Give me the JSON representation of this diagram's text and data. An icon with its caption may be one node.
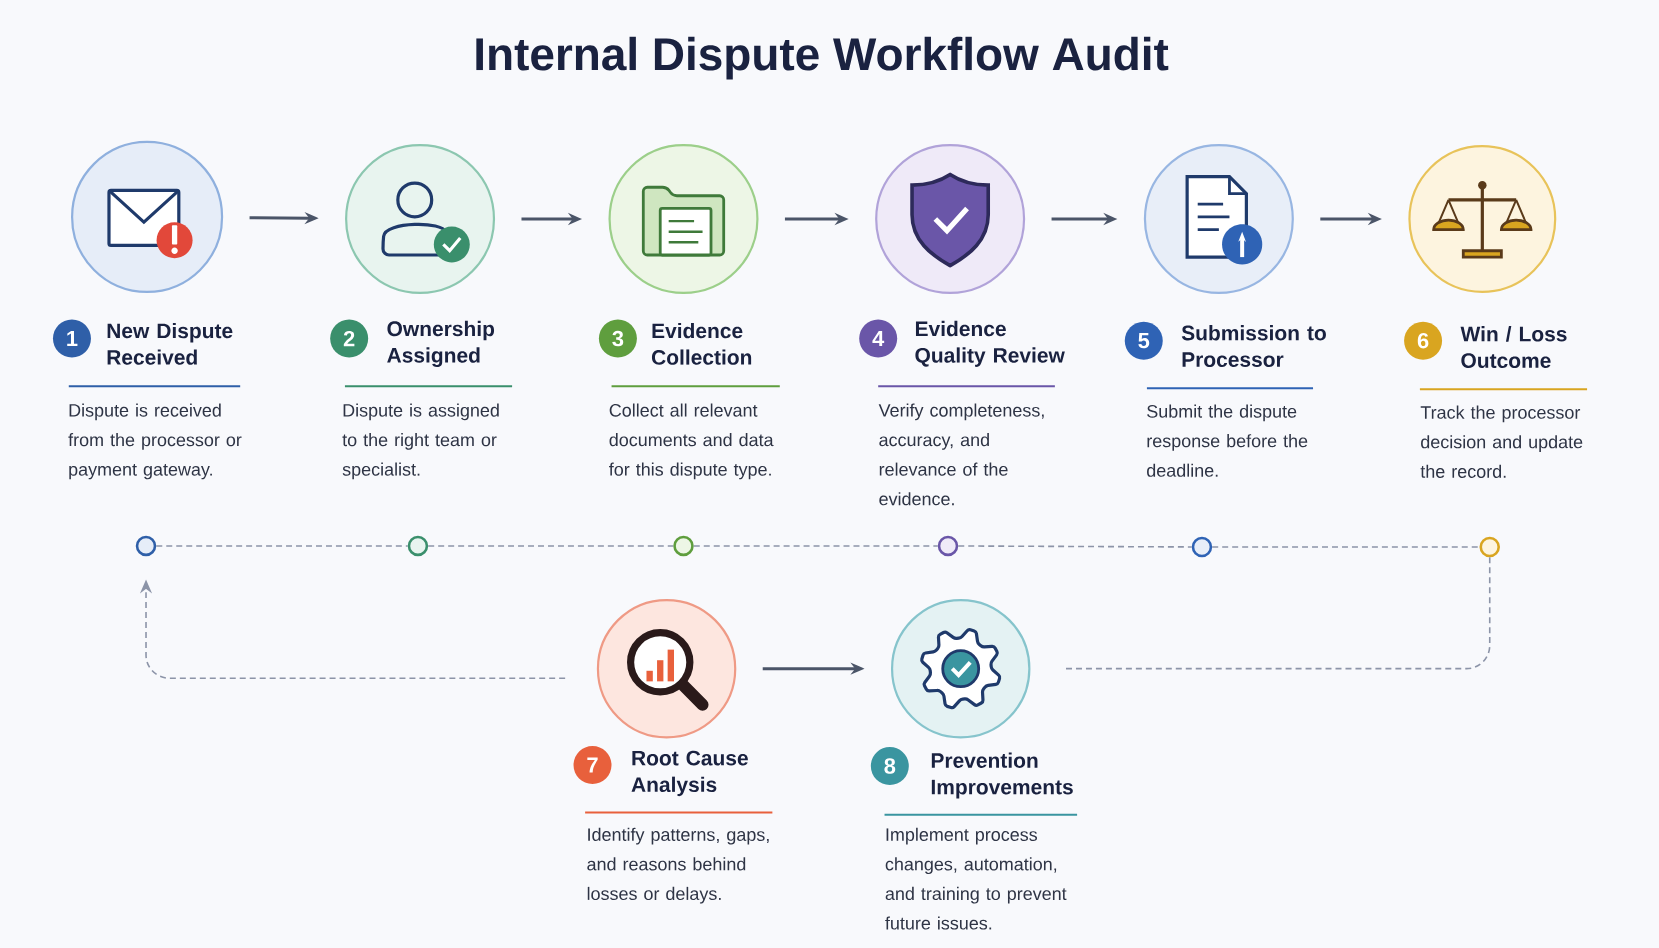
{
  "diagram": {
    "title": "Internal Dispute Workflow Audit",
    "nodes": [
      {
        "text": [
          "1",
          "New Dispute Received",
          "Dispute is received from the processor or payment gateway."
        ]
      },
      {
        "text": [
          "2",
          "Ownership Assigned",
          "Dispute is assigned to the right team or specialist."
        ]
      },
      {
        "text": [
          "3",
          "Evidence Collection",
          "Collect all relevant documents and data for this dispute type."
        ]
      },
      {
        "text": [
          "4",
          "Evidence Quality Review",
          "Verify completeness, accuracy, and relevance of the evidence."
        ]
      },
      {
        "text": [
          "5",
          "Submission to Processor",
          "Submit the dispute response before the deadline."
        ]
      },
      {
        "text": [
          "6",
          "Win / Loss Outcome",
          "Track the processor decision and update the record."
        ]
      },
      {
        "text": [
          "7",
          "Root Cause Analysis",
          "Identify patterns, gaps, and reasons behind losses or delays."
        ]
      },
      {
        "text": [
          "8",
          "Prevention Improvements",
          "Implement process changes, automation, and training to prevent future issues."
        ]
      },
      {
        "text": [],
        "shape": "circle"
      },
      {
        "text": [],
        "shape": "circle"
      },
      {
        "text": [],
        "shape": "circle"
      },
      {
        "text": [],
        "shape": "circle"
      },
      {
        "text": [],
        "shape": "circle"
      },
      {
        "text": [],
        "shape": "circle"
      }
    ],
    "edges": [
      {
        "from": 0,
        "to": 1,
        "arrow": "to",
        "color": "#4b5568"
      },
      {
        "from": 1,
        "to": 2,
        "arrow": "to",
        "color": "#4b5568"
      },
      {
        "from": 2,
        "to": 3,
        "arrow": "to",
        "color": "#4b5568"
      },
      {
        "from": 3,
        "to": 4,
        "arrow": "to",
        "color": "#4b5568"
      },
      {
        "from": 4,
        "to": 5,
        "arrow": "to",
        "color": "#4b5568"
      },
      {
        "from": 6,
        "to": 7,
        "arrow": "to",
        "color": "#4b5568"
      },
      {
        "from": 8,
        "to": 9,
        "arrow": "none",
        "style": "dashed"
      },
      {
        "from": 9,
        "to": 10,
        "arrow": "none",
        "style": "dashed"
      },
      {
        "from": 10,
        "to": 11,
        "arrow": "none",
        "style": "dashed"
      },
      {
        "from": 11,
        "to": 12,
        "arrow": "none",
        "style": "dashed"
      },
      {
        "from": 12,
        "to": 13,
        "arrow": "none",
        "style": "dashed"
      },
      {
        "from": 13,
        "to": 7,
        "arrow": "none",
        "style": "dashed"
      },
      {
        "from": 6,
        "to": 8,
        "arrow": "to",
        "style": "dashed"
      }
    ]
  }
}
